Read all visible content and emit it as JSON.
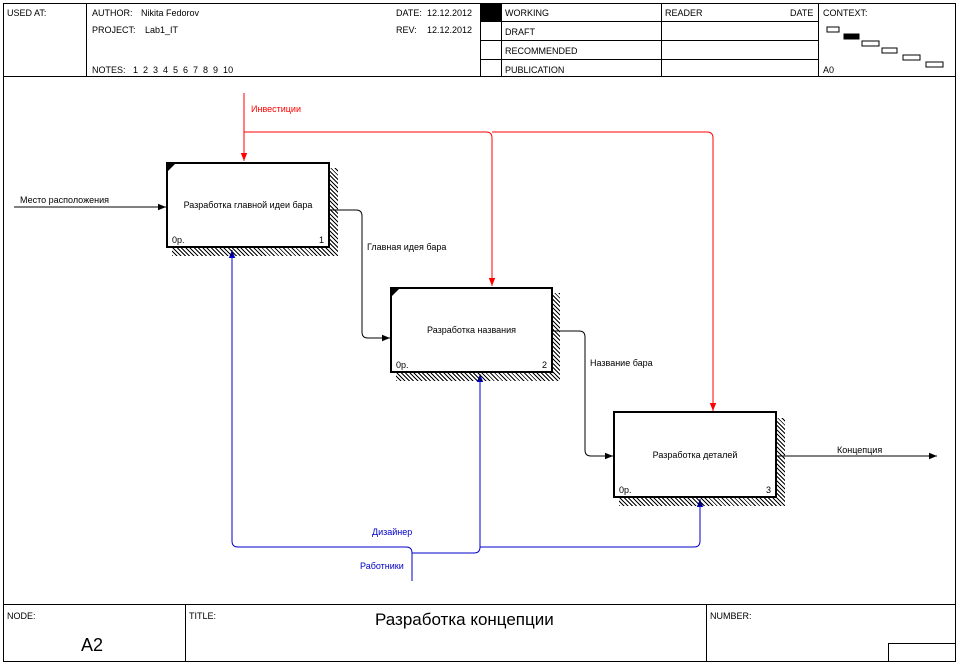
{
  "header": {
    "used_at_label": "USED AT:",
    "author_label": "AUTHOR:",
    "author_value": "Nikita Fedorov",
    "project_label": "PROJECT:",
    "project_value": "Lab1_IT",
    "notes_label": "NOTES:",
    "notes_values": "1  2  3  4  5  6  7  8  9  10",
    "date_label": "DATE:",
    "date_value": "12.12.2012",
    "rev_label": "REV:",
    "rev_value": "12.12.2012",
    "status": [
      "WORKING",
      "DRAFT",
      "RECOMMENDED",
      "PUBLICATION"
    ],
    "reader_label": "READER",
    "reader_date_label": "DATE",
    "context_label": "CONTEXT:",
    "context_node": "A0"
  },
  "diagram": {
    "boxes": [
      {
        "title": "Разработка главной идеи бара",
        "cost": "0р.",
        "number": "1"
      },
      {
        "title": "Разработка названия",
        "cost": "0р.",
        "number": "2"
      },
      {
        "title": "Разработка деталей",
        "cost": "0р.",
        "number": "3"
      }
    ],
    "arrows": {
      "input": "Место расположения",
      "control": "Инвестиции",
      "output_1": "Главная идея бара",
      "output_2": "Название бара",
      "output_final": "Концепция",
      "mechanism_designer": "Дизайнер",
      "mechanism_workers": "Работники"
    },
    "colors": {
      "control_arrow": "#ff0000",
      "mechanism_arrow": "#0000c8",
      "flow_arrow": "#000000"
    }
  },
  "footer": {
    "node_label": "NODE:",
    "node_value": "A2",
    "title_label": "TITLE:",
    "title_value": "Разработка концепции",
    "number_label": "NUMBER:"
  }
}
